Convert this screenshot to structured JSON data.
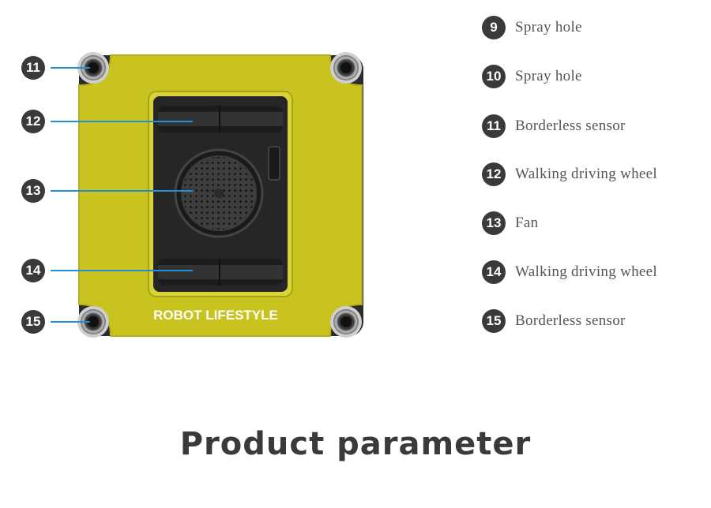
{
  "diagram": {
    "brand_text": "ROBOT LIFESTYLE",
    "callouts": [
      {
        "number": "11"
      },
      {
        "number": "12"
      },
      {
        "number": "13"
      },
      {
        "number": "14"
      },
      {
        "number": "15"
      }
    ]
  },
  "legend": [
    {
      "number": "9",
      "label": "Spray hole"
    },
    {
      "number": "10",
      "label": "Spray hole"
    },
    {
      "number": "11",
      "label": "Borderless sensor"
    },
    {
      "number": "12",
      "label": "Walking driving wheel"
    },
    {
      "number": "13",
      "label": "Fan"
    },
    {
      "number": "14",
      "label": "Walking driving wheel"
    },
    {
      "number": "15",
      "label": "Borderless sensor"
    }
  ],
  "section_title": "Product parameter",
  "colors": {
    "pad_yellow": "#c8c21e",
    "body_black": "#262626",
    "callout_line": "#1e8fd8",
    "badge": "#3a3a3a"
  }
}
